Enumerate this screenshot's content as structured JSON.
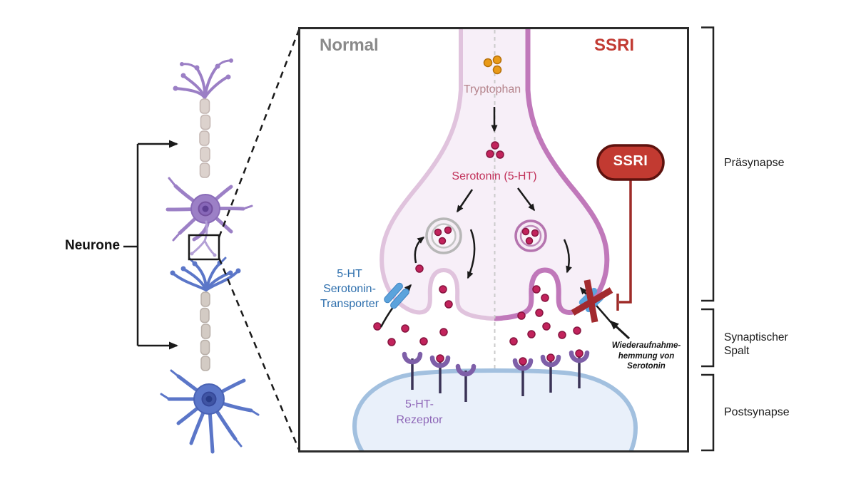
{
  "left_panel": {
    "neurone_label": "Neurone"
  },
  "inset": {
    "normal_header": "Normal",
    "ssri_header": "SSRI",
    "tryptophan_label": "Tryptophan",
    "serotonin_label": "Serotonin (5-HT)",
    "transporter_label": [
      "5-HT",
      "Serotonin-",
      "Transporter"
    ],
    "receptor_label": [
      "5-HT-",
      "Rezeptor"
    ],
    "ssri_pill_label": "SSRI",
    "reuptake_inhibition_label": [
      "Wiederaufnahme-",
      "hemmung von",
      "Serotonin"
    ]
  },
  "side_labels": {
    "presynapse": "Präsynapse",
    "synaptic_cleft": [
      "Synaptischer",
      "Spalt"
    ],
    "postsynapse": "Postsynapse"
  },
  "colors": {
    "normal_header": "#8a8a8a",
    "ssri_header": "#c23b33",
    "ssri_pill_fill": "#c23a31",
    "ssri_pill_border": "#5e120e",
    "inhibition_line": "#9e2b28",
    "serotonin_dot": "#c2235c",
    "tryptophan_dot": "#e99a18",
    "transporter_blue": "#5ba3dc",
    "blocker_cross_red": "#a22a2e",
    "membrane_left": "#e0c3dd",
    "membrane_right": "#c078ba",
    "terminal_fill_left": "#f7eff8",
    "terminal_fill_right": "#f1dff1",
    "postsynapse_fill_left": "#e9f0fa",
    "postsynapse_fill_right": "#dbe7f7",
    "postsynapse_border": "#a2c0df",
    "receptor_purple": "#7e5fa8",
    "transporter_label_blue": "#2e6fad",
    "serotonin_label_red": "#c13059",
    "tryptophan_label_rose": "#b5848c",
    "receptor_label_purple": "#8f68b8",
    "neuron_upper_purple": "#9c80c6",
    "neuron_lower_blue": "#5b76c8"
  }
}
